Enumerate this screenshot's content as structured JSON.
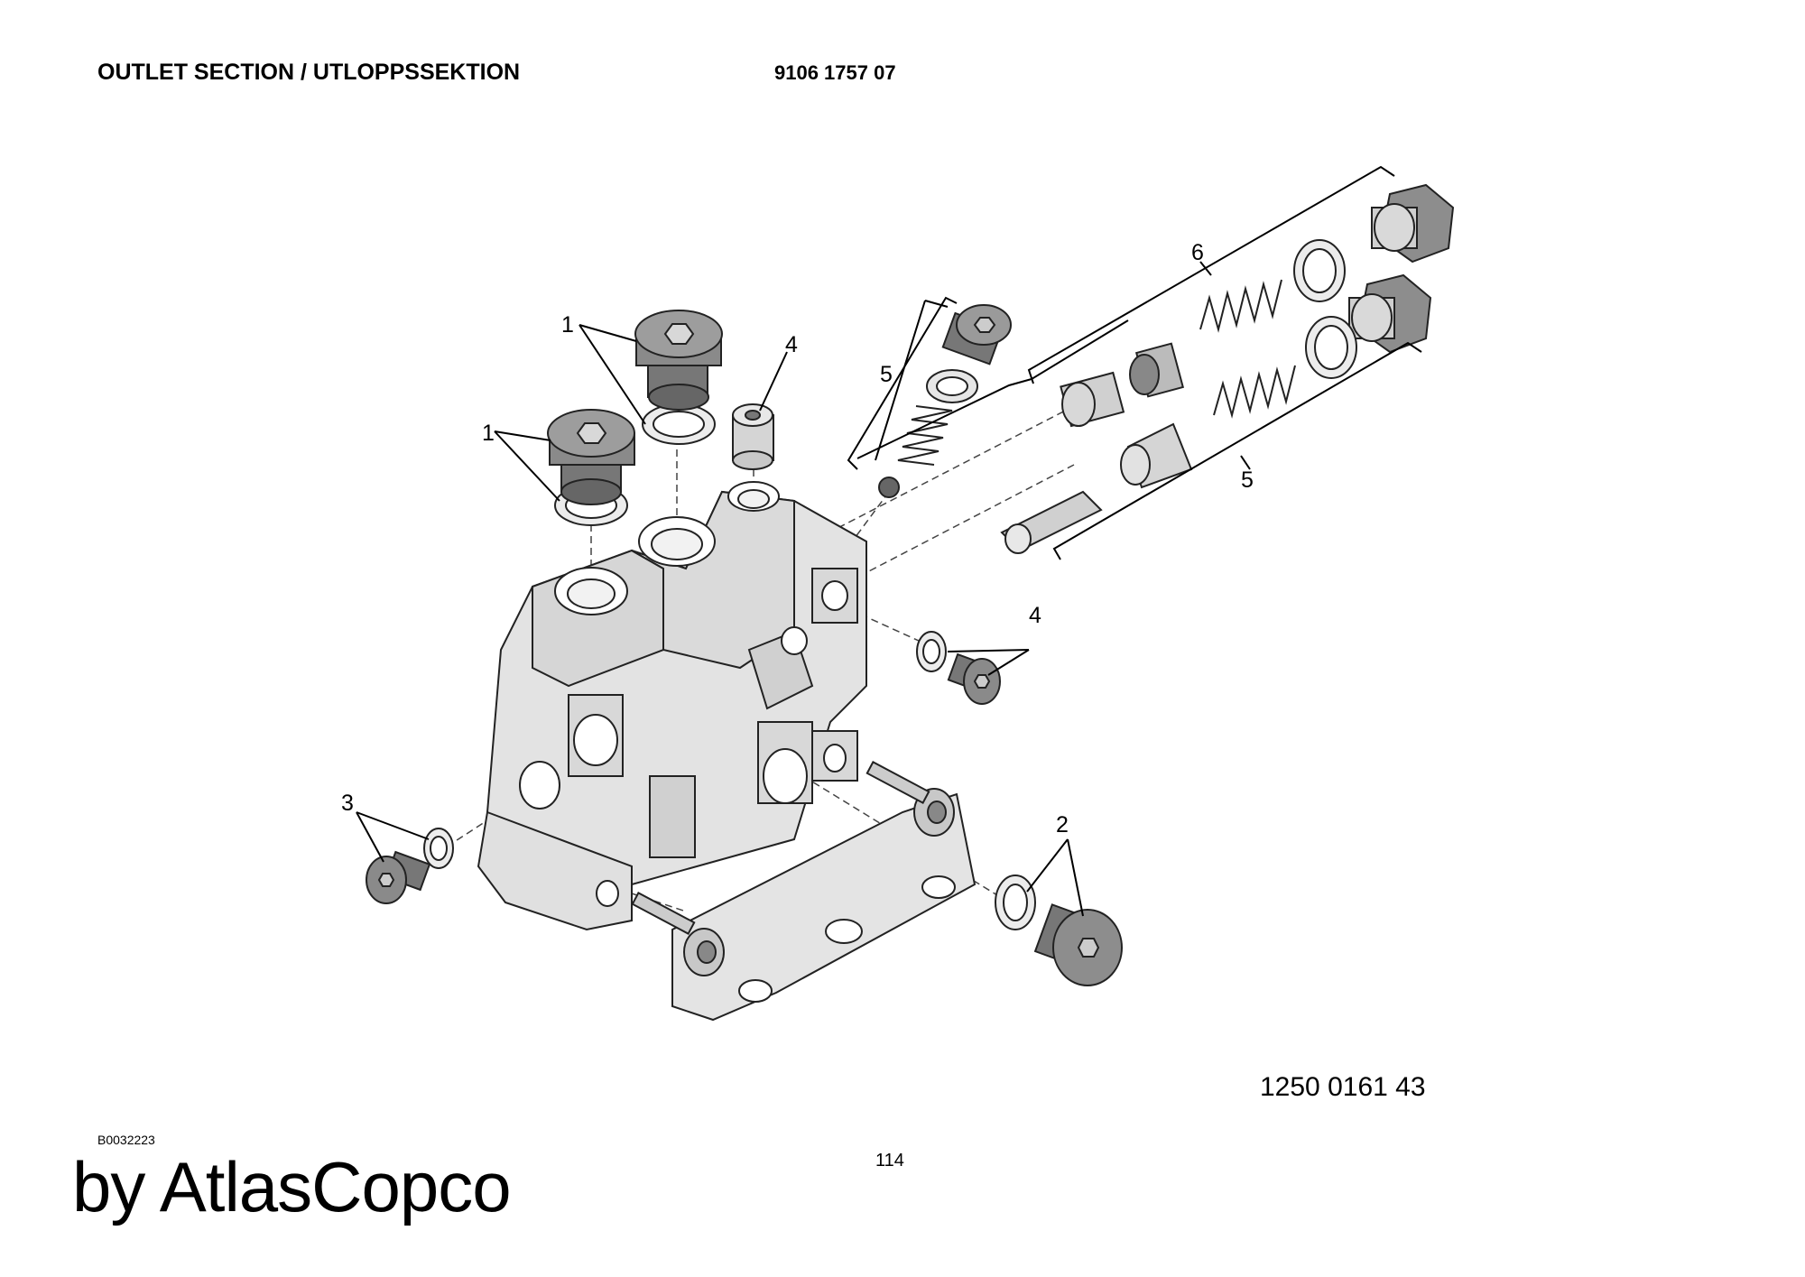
{
  "header": {
    "title": "OUTLET SECTION / UTLOPPSSEKTION",
    "part_number": "9106 1757 07"
  },
  "diagram": {
    "callouts": [
      "1",
      "1",
      "4",
      "5",
      "6",
      "5",
      "4",
      "3",
      "2"
    ],
    "image_number": "1250 0161 43"
  },
  "footer": {
    "reference_code": "B0032223",
    "page_number": "114",
    "watermark": "by AtlasCopco"
  },
  "colors": {
    "part_fill": "#e2e2e2",
    "dark_part_fill": "#8c8c8c",
    "outline": "#222222",
    "background": "#ffffff"
  }
}
